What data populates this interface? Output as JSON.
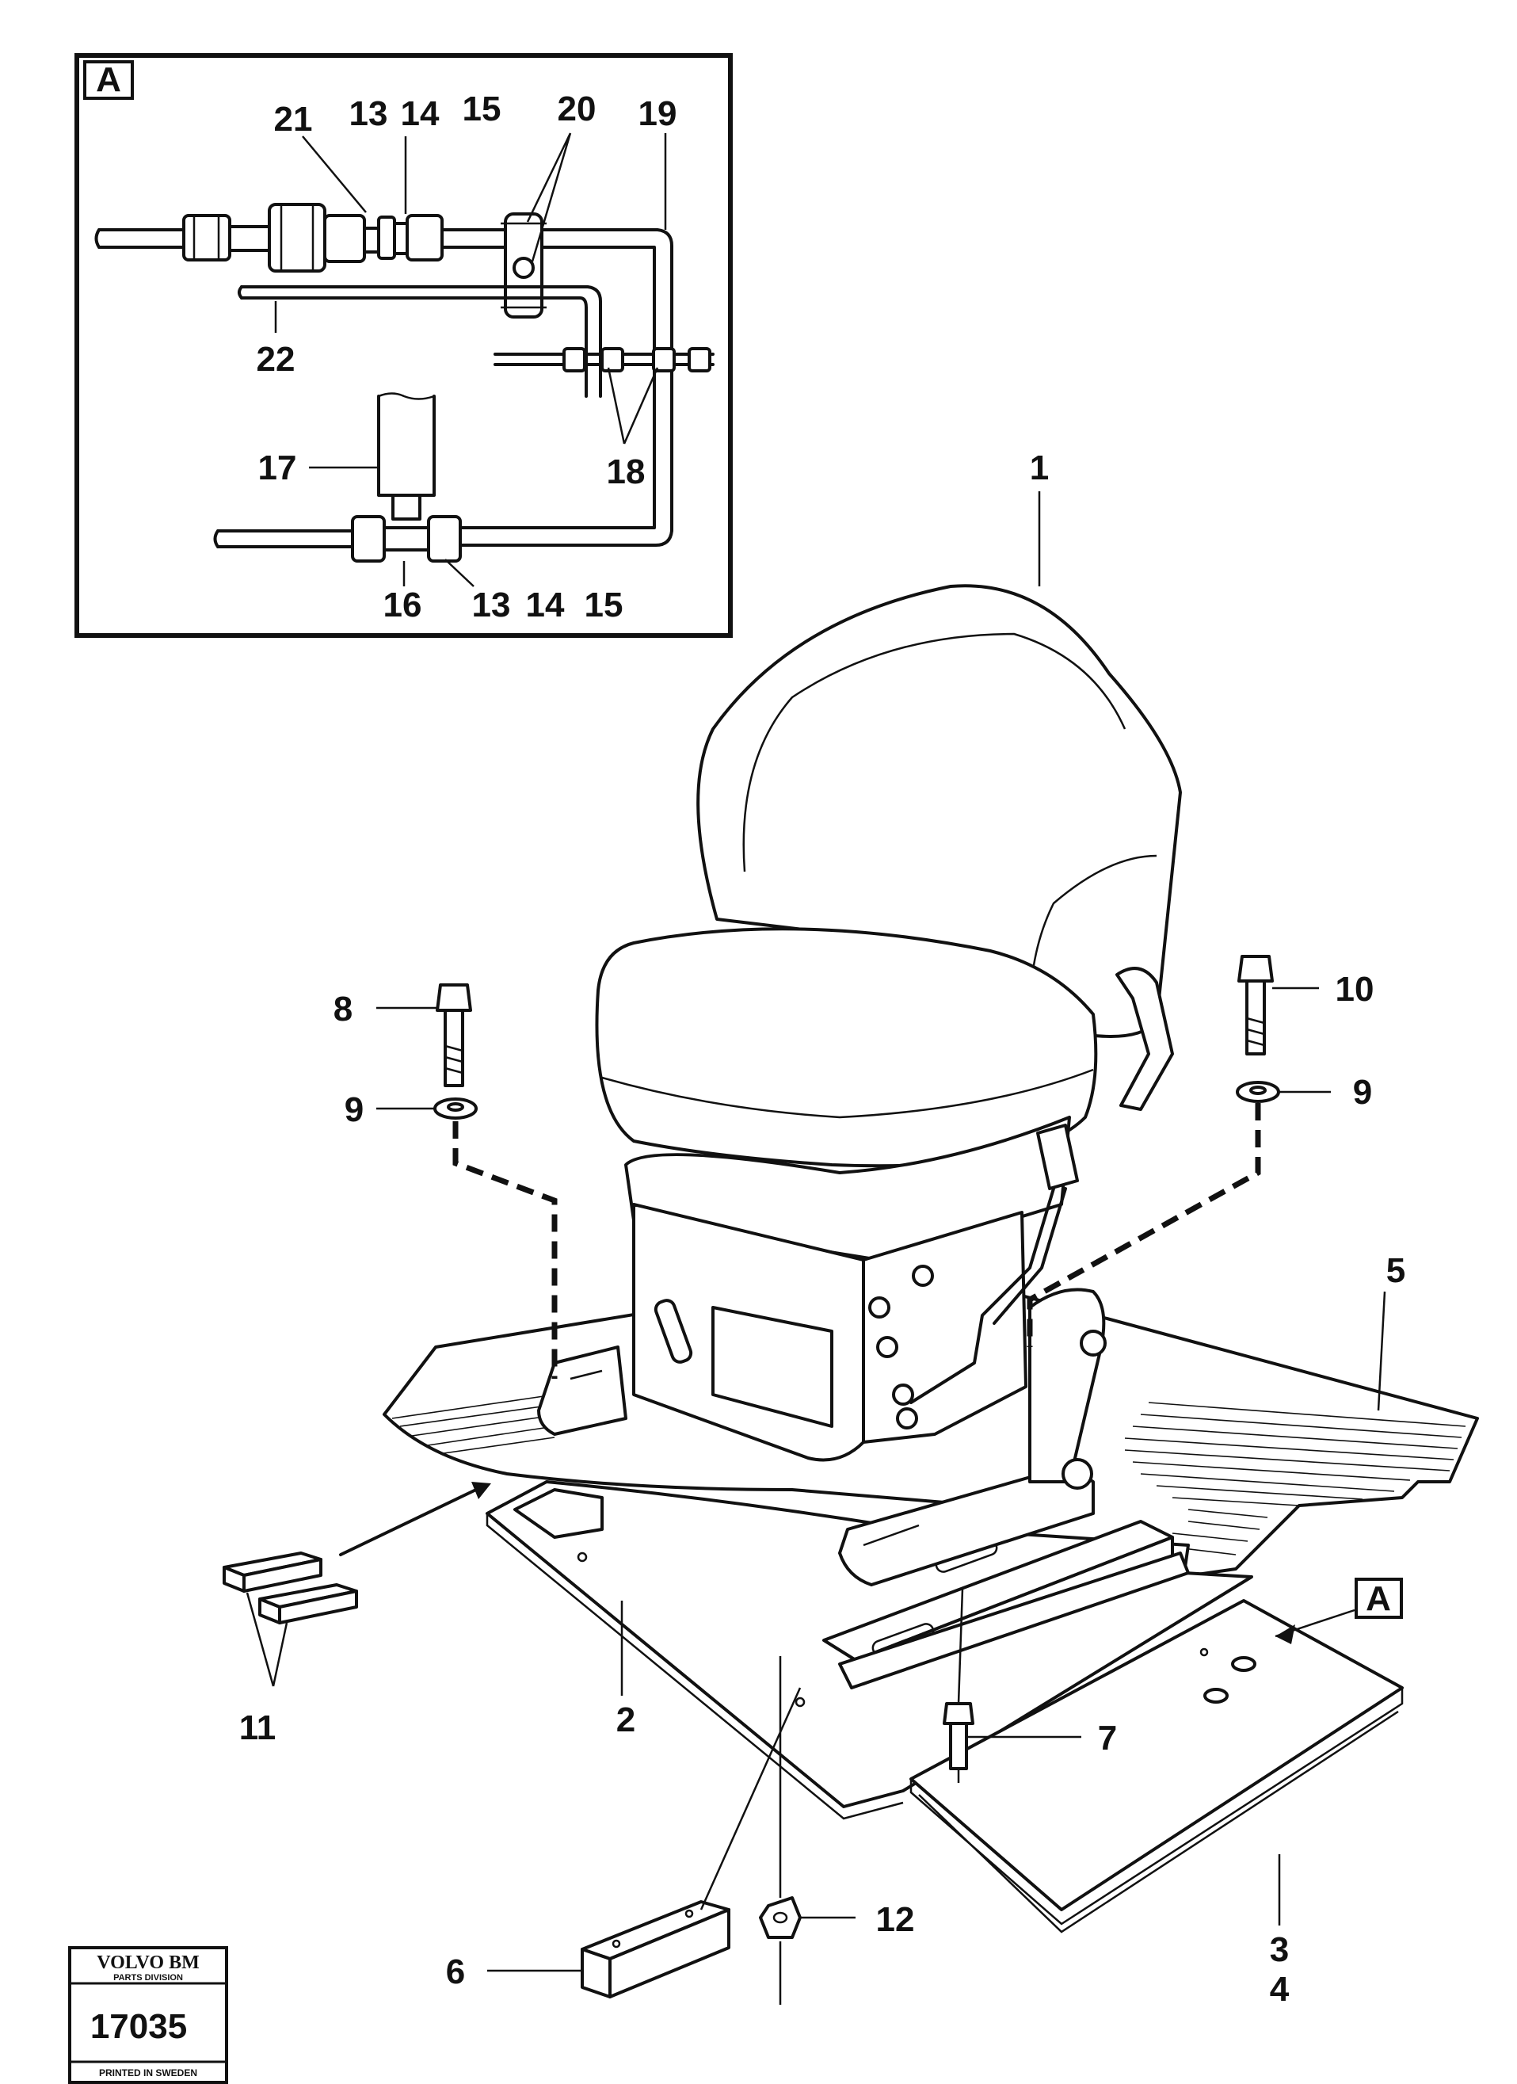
{
  "inset": {
    "tag": "A",
    "labels": {
      "l21": "21",
      "l13a": "13",
      "l14a": "14",
      "l15a": "15",
      "l20": "20",
      "l19": "19",
      "l22": "22",
      "l17": "17",
      "l18": "18",
      "l16": "16",
      "l13b": "13",
      "l14b": "14",
      "l15b": "15"
    }
  },
  "callouts": {
    "c1": "1",
    "c2": "2",
    "c3": "3",
    "c4": "4",
    "c5": "5",
    "c6": "6",
    "c7": "7",
    "c8": "8",
    "c9a": "9",
    "c9b": "9",
    "c10": "10",
    "c11": "11",
    "c12": "12"
  },
  "main_tag": "A",
  "stamp": {
    "brand": "VOLVO BM",
    "division": "PARTS DIVISION",
    "number": "17035",
    "printed": "PRINTED IN SWEDEN"
  }
}
